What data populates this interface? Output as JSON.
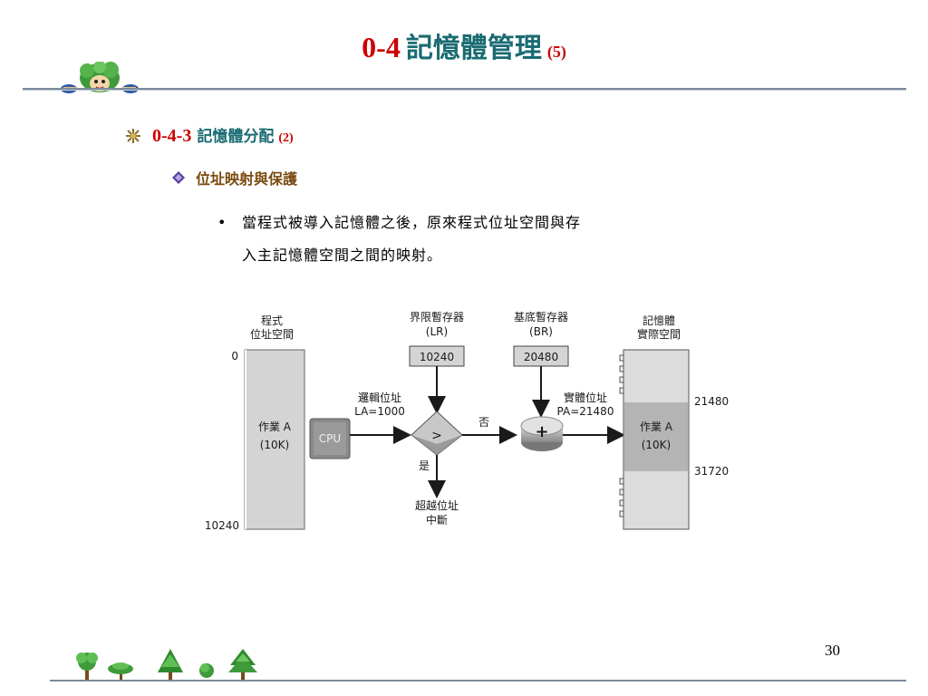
{
  "title": {
    "number": "0-4",
    "text": "記憶體管理",
    "part": "(5)"
  },
  "section": {
    "number": "0-4-3",
    "text": "記憶體分配",
    "part": "(2)"
  },
  "subsection": {
    "text": "位址映射與保護"
  },
  "bullet": {
    "symbol": "•",
    "line1": "當程式被導入記憶體之後，原來程式位址空間與存",
    "line2": "入主記憶體空間之間的映射。"
  },
  "diagram": {
    "program_space_label_1": "程式",
    "program_space_label_2": "位址空間",
    "program_start": "0",
    "program_end": "10240",
    "job_label_1": "作業 A",
    "job_label_2": "(10K)",
    "cpu_label": "CPU",
    "limit_register_label_1": "界限暫存器",
    "limit_register_label_2": "(LR)",
    "limit_register_value": "10240",
    "base_register_label_1": "基底暫存器",
    "base_register_label_2": "(BR)",
    "base_register_value": "20480",
    "logical_address_label": "邏輯位址",
    "logical_address_value": "LA=1000",
    "compare_symbol": ">",
    "no_label": "否",
    "yes_label": "是",
    "add_symbol": "+",
    "physical_address_label": "實體位址",
    "physical_address_value": "PA=21480",
    "overflow_label_1": "超越位址",
    "overflow_label_2": "中斷",
    "memory_label_1": "記憶體",
    "memory_label_2": "實際空間",
    "memory_start": "21480",
    "memory_end": "31720",
    "memory_job_label_1": "作業 A",
    "memory_job_label_2": "(10K)"
  },
  "page_number": "30",
  "colors": {
    "title_red": "#cc0000",
    "title_teal": "#1a6b73",
    "subsection_brown": "#7a4a10",
    "rule": "#7a8a9a"
  },
  "icons": {
    "section_bullet": "star-bullet-icon",
    "subsection_bullet": "diamond-bullet-icon",
    "header_decoration": "tree-character-icon",
    "footer_decoration": "trees-decoration"
  }
}
